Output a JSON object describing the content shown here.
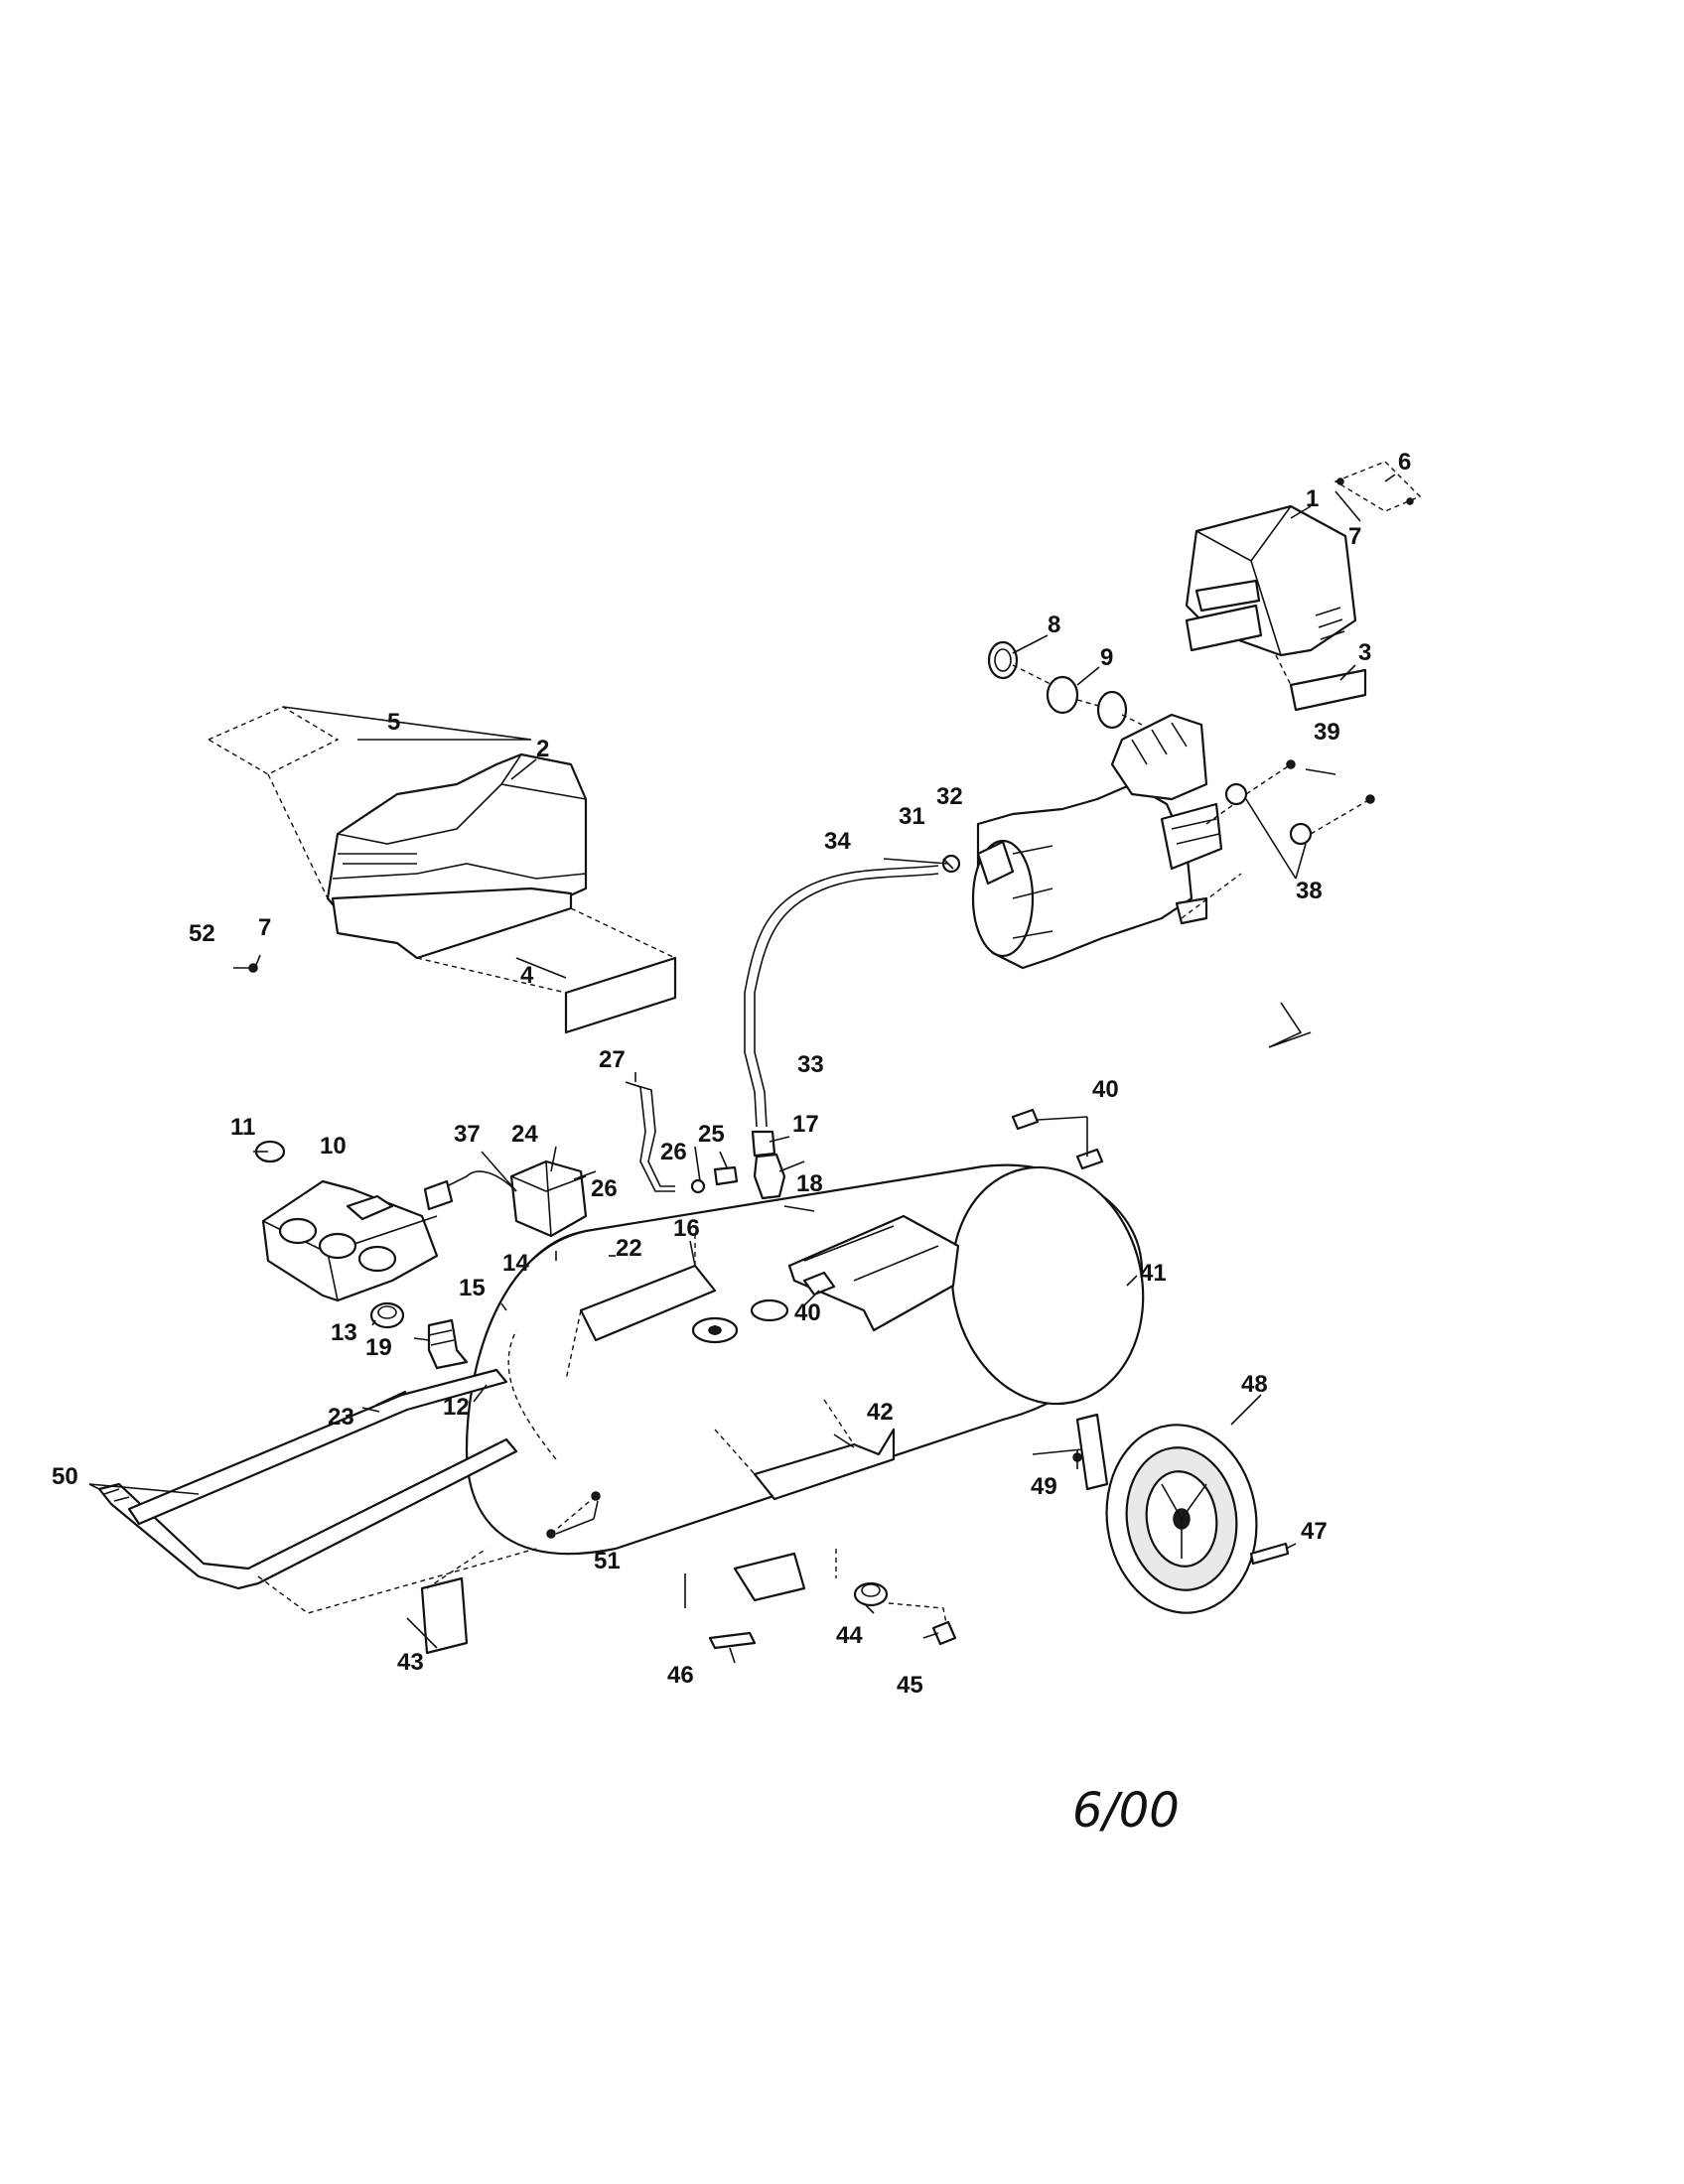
{
  "diagram": {
    "callouts": {
      "c1": "1",
      "c2": "2",
      "c3": "3",
      "c4": "4",
      "c5": "5",
      "c6": "6",
      "c7a": "7",
      "c7b": "7",
      "c8": "8",
      "c9": "9",
      "c10": "10",
      "c11": "11",
      "c12": "12",
      "c13": "13",
      "c14": "14",
      "c15": "15",
      "c16": "16",
      "c17": "17",
      "c18": "18",
      "c19": "19",
      "c22": "22",
      "c23": "23",
      "c24": "24",
      "c25": "25",
      "c26a": "26",
      "c26b": "26",
      "c27": "27",
      "c31": "31",
      "c32": "32",
      "c33": "33",
      "c34": "34",
      "c37": "37",
      "c38": "38",
      "c39": "39",
      "c40a": "40",
      "c40b": "40",
      "c41": "41",
      "c42": "42",
      "c43": "43",
      "c44": "44",
      "c45": "45",
      "c46": "46",
      "c47": "47",
      "c48": "48",
      "c49": "49",
      "c50": "50",
      "c51": "51",
      "c52": "52"
    },
    "date_note": "6/00"
  }
}
